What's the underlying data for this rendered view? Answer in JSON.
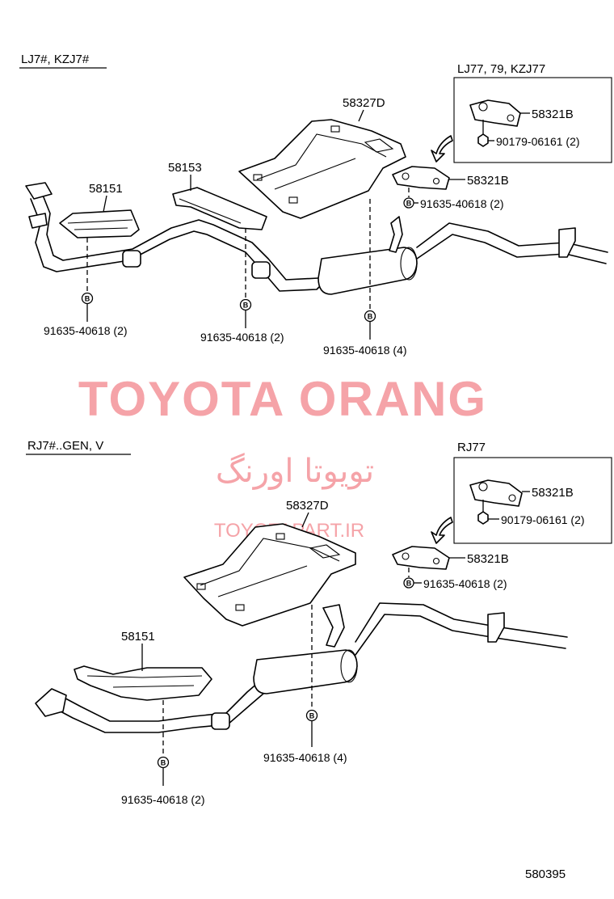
{
  "top_section": {
    "model_label": "LJ7#, KZJ7#",
    "inset_label": "LJ77, 79, KZJ77",
    "parts": {
      "p58151": "58151",
      "p58153": "58153",
      "p58327d": "58327D",
      "p58321b_inset": "58321B",
      "p58321b": "58321B",
      "nut_inset": "90179-06161 (2)",
      "bolt_bracket": "91635-40618 (2)",
      "bolt_58151": "91635-40618 (2)",
      "bolt_58153": "91635-40618 (2)",
      "bolt_58327d": "91635-40618 (4)"
    }
  },
  "bottom_section": {
    "model_label": "RJ7#..GEN, V",
    "inset_label": "RJ77",
    "parts": {
      "p58327d": "58327D",
      "p58151": "58151",
      "p58321b_inset": "58321B",
      "p58321b": "58321B",
      "nut_inset": "90179-06161 (2)",
      "bolt_bracket": "91635-40618 (2)",
      "bolt_58327d": "91635-40618 (4)",
      "bolt_58151": "91635-40618 (2)"
    }
  },
  "bolt_symbol": "B",
  "diagram_code": "580395",
  "watermark": {
    "brand": "TOYOTA ORANG",
    "persian": "تویوتا اورنگ",
    "site": "TOYOTAPART.IR"
  }
}
